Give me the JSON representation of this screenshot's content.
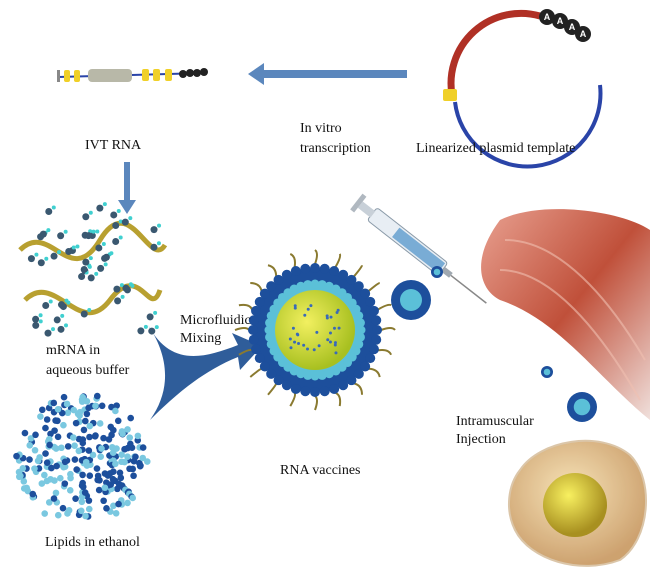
{
  "labels": {
    "ivt_rna": "IVT RNA",
    "in_vitro_line1": "In vitro",
    "in_vitro_line2": "transcription",
    "plasmid": "Linearized plasmid template",
    "mrna_line1": "mRNA in",
    "mrna_line2": "aqueous buffer",
    "mixing_line1": "Microfluidic",
    "mixing_line2": "Mixing",
    "lipids": "Lipids in ethanol",
    "vaccines": "RNA vaccines",
    "injection_line1": "Intramuscular",
    "injection_line2": "Injection"
  },
  "poly_a": [
    "A",
    "A",
    "A",
    "A"
  ],
  "colors": {
    "arrow": "#5b87bd",
    "big_arrow": "#2f5d9a",
    "plasmid_red": "#b03025",
    "plasmid_blue": "#2a44a8",
    "cap_yellow": "#f0d028",
    "lipid_dark": "#1d4f9c",
    "lipid_light": "#5bc0d8",
    "core_yellow": "#d8e23a",
    "muscle": "#c0503a"
  }
}
